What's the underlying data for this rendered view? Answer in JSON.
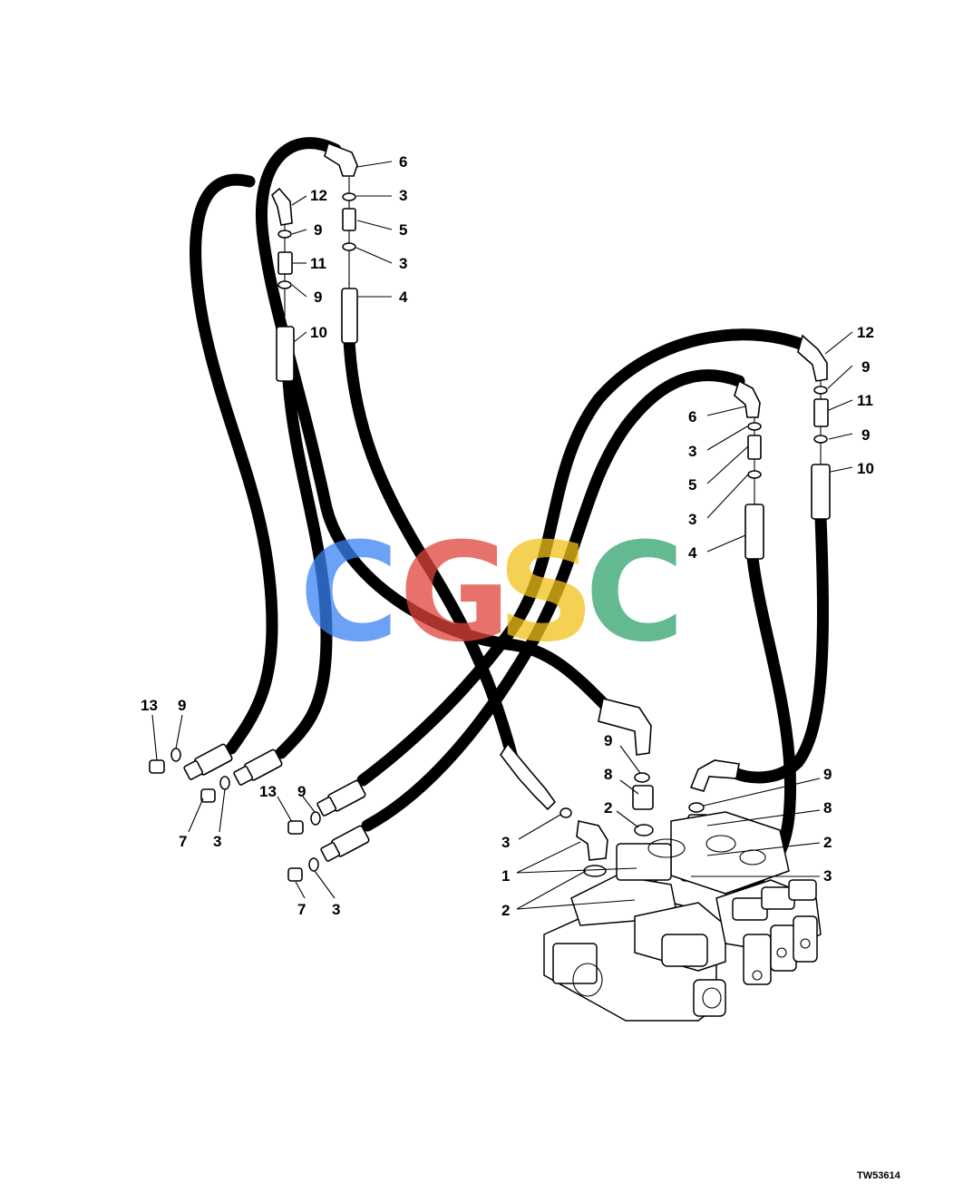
{
  "figure_id": "TW53614",
  "watermark": {
    "letters": [
      {
        "char": "C",
        "color": "#3b82f6"
      },
      {
        "char": "G",
        "color": "#e0433b"
      },
      {
        "char": "S",
        "color": "#f2c21a"
      },
      {
        "char": "C",
        "color": "#2fa36b"
      }
    ]
  },
  "callouts": {
    "c6_upper": "6",
    "c3_upper_a": "3",
    "c12_upper": "12",
    "c5_upper": "5",
    "c9_upper_a": "9",
    "c3_upper_b": "3",
    "c11_upper": "11",
    "c9_upper_b": "9",
    "c4_upper": "4",
    "c10_upper": "10",
    "c12_right": "12",
    "c9_right_a": "9",
    "c11_right": "11",
    "c6_right": "6",
    "c9_right_b": "9",
    "c3_right_a": "3",
    "c10_right": "10",
    "c5_right": "5",
    "c3_right_b": "3",
    "c4_right": "4",
    "c13_left": "13",
    "c9_left": "9",
    "c7_left": "7",
    "c3_left": "3",
    "c13_mid": "13",
    "c9_mid": "9",
    "c7_mid": "7",
    "c3_mid": "3",
    "c9_valve_l": "9",
    "c8_valve_l": "8",
    "c2_valve_a": "2",
    "c3_valve_l": "3",
    "c1_valve": "1",
    "c2_valve_b": "2",
    "c9_valve_r": "9",
    "c8_valve_r": "8",
    "c2_valve_r": "2",
    "c3_valve_r": "3"
  }
}
